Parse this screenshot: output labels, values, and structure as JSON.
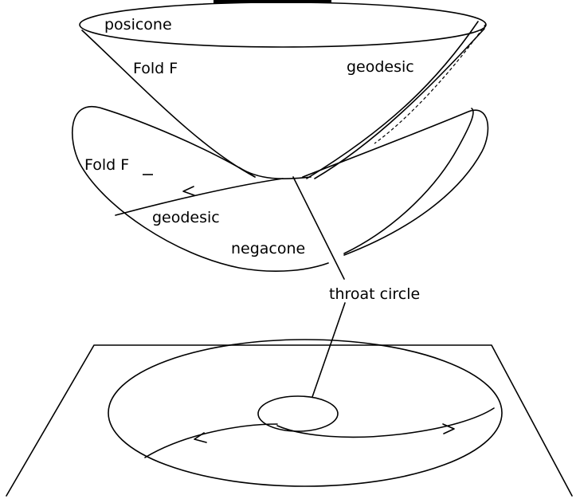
{
  "diagram": {
    "labels": {
      "posicone": "posicone",
      "fold_f_upper": "Fold F",
      "geodesic_upper": "geodesic",
      "fold_f_lower_prefix": "Fold ",
      "fold_f_lower_letter": "F",
      "geodesic_lower": "geodesic",
      "negacone": "negacone",
      "throat_circle": "throat circle"
    }
  }
}
